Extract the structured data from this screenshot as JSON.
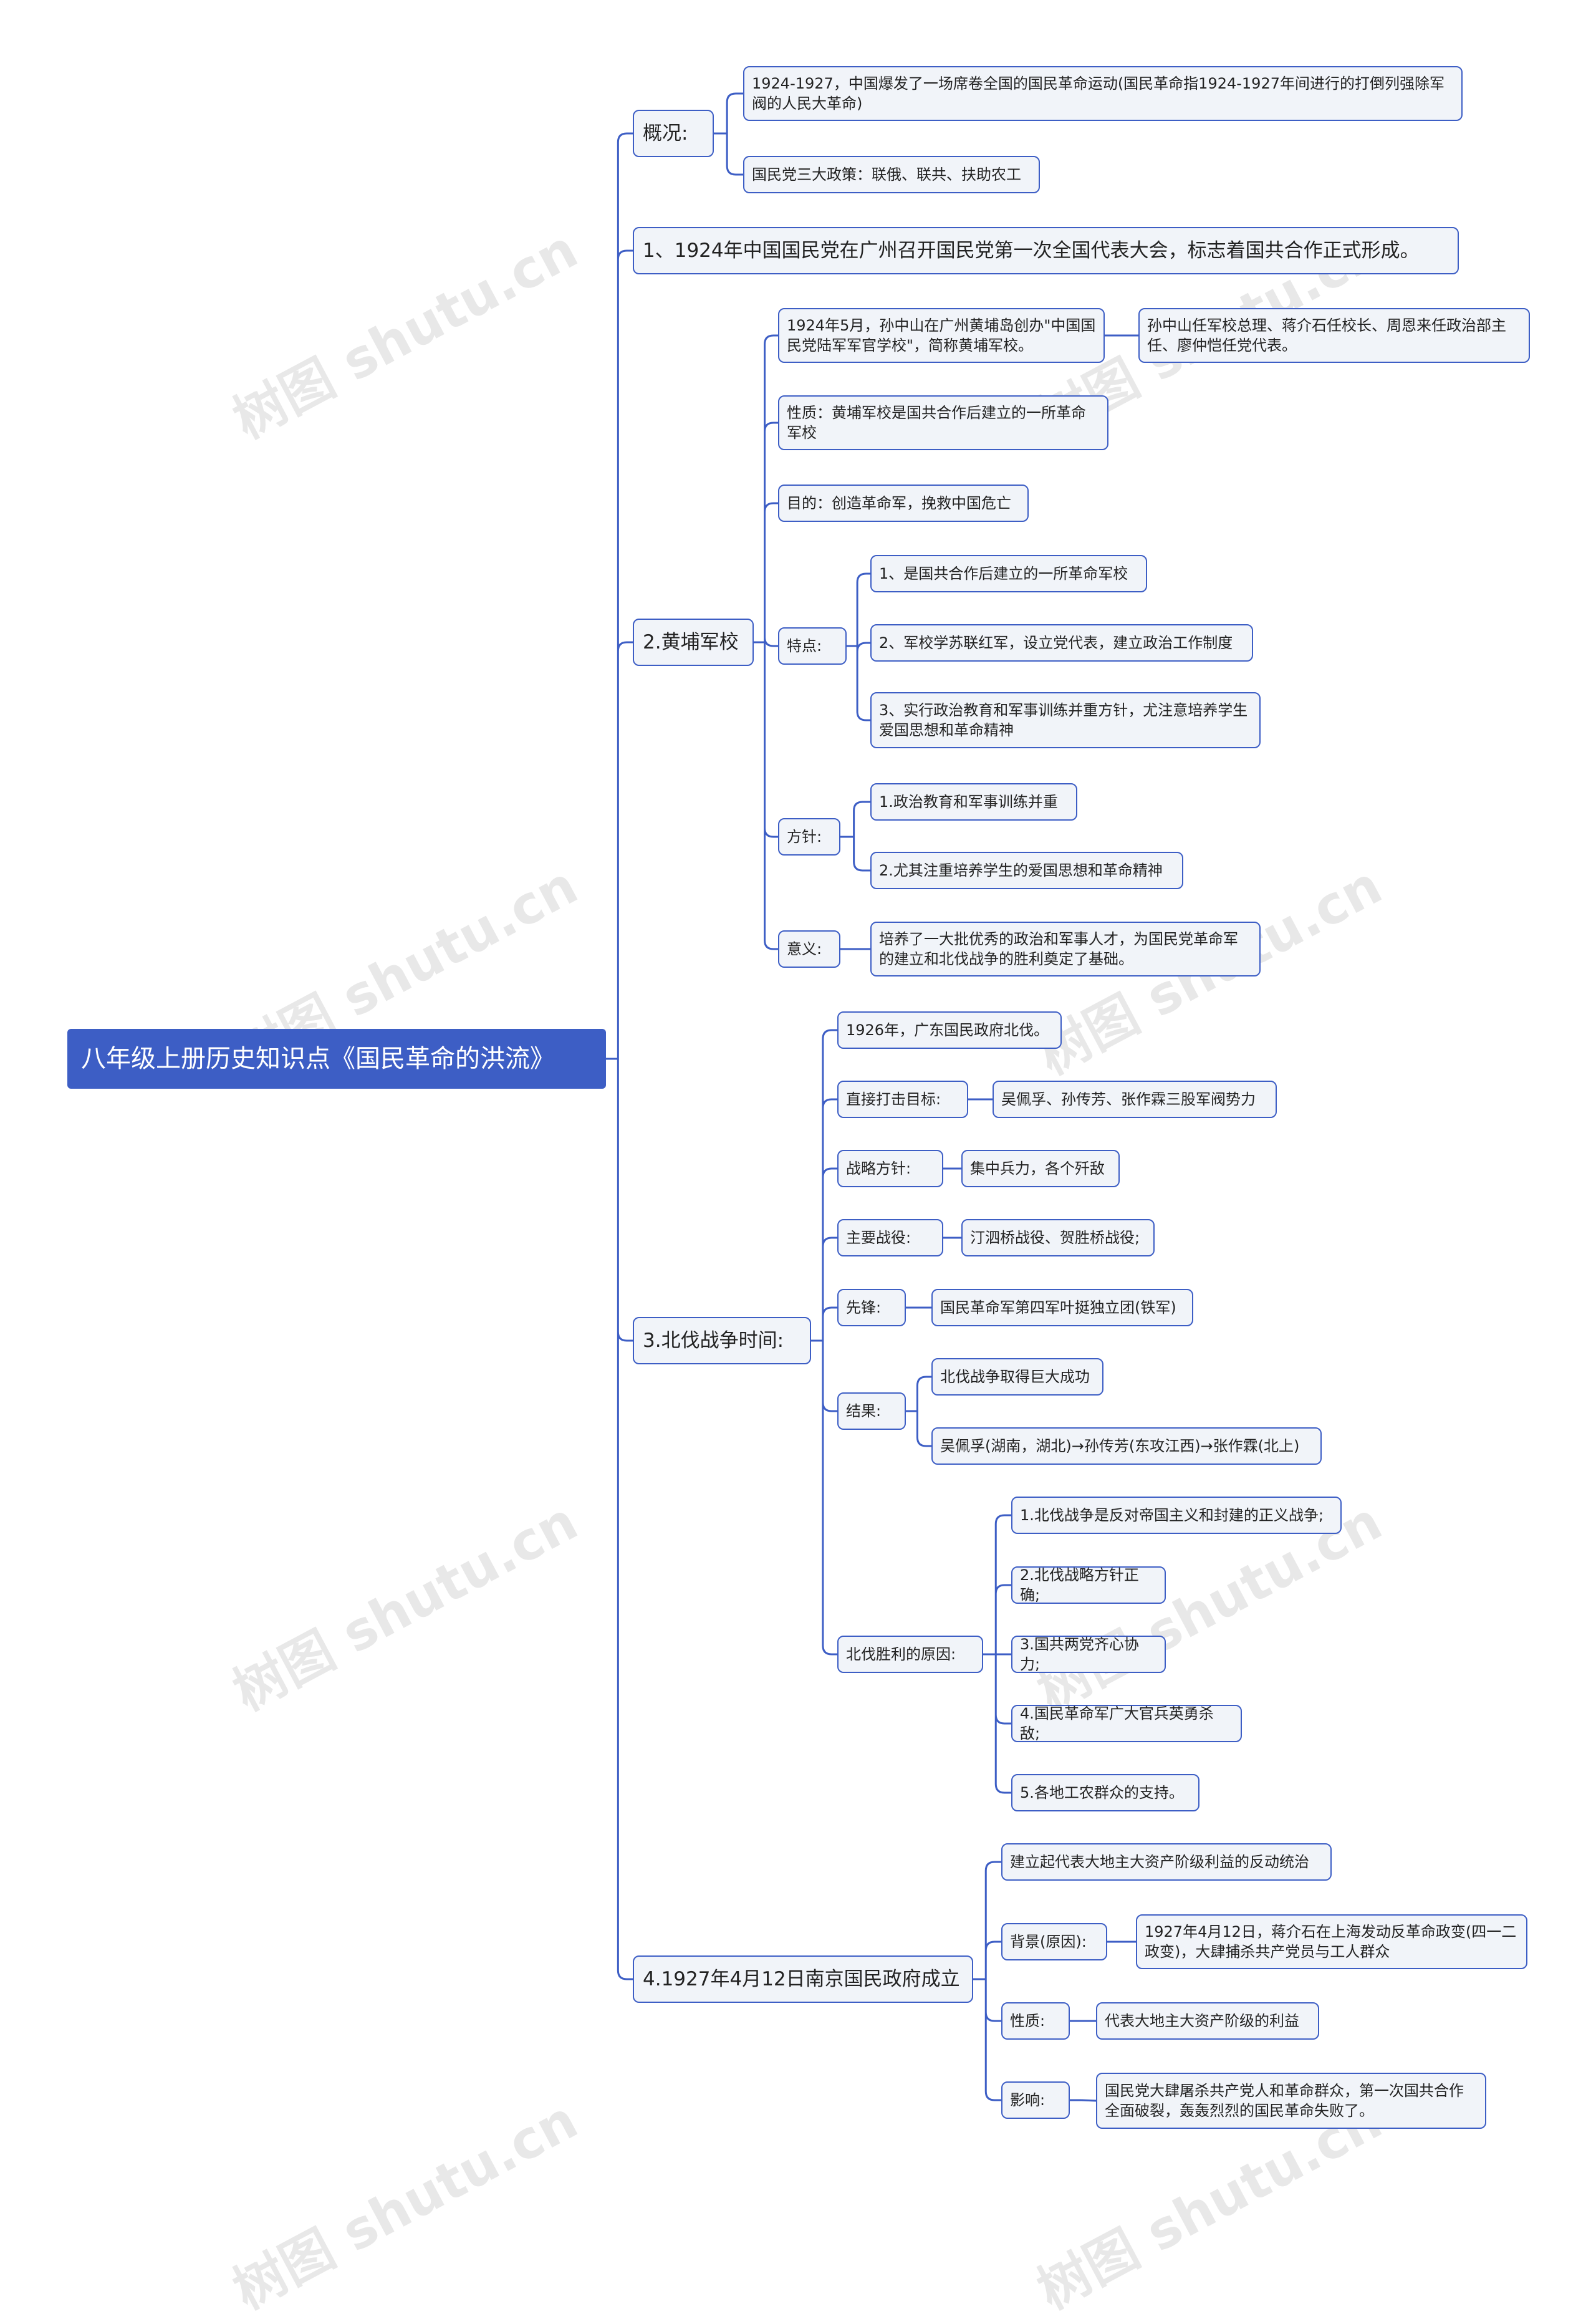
{
  "root": {
    "label": "八年级上册历史知识点《国民革命的洪流》"
  },
  "overview": {
    "label": "概况:",
    "items": [
      "1924-1927，中国爆发了一场席卷全国的国民革命运动(国民革命指1924-1927年间进行的打倒列强除军阀的人民大革命)",
      "国民党三大政策：联俄、联共、扶助农工"
    ]
  },
  "congress": {
    "label": "1、1924年中国国民党在广州召开国民党第一次全国代表大会，标志着国共合作正式形成。"
  },
  "whampoa": {
    "label": "2.黄埔军校",
    "founding": "1924年5月，孙中山在广州黄埔岛创办\"中国国民党陆军军官学校\"，简称黄埔军校。",
    "leaders": "孙中山任军校总理、蒋介石任校长、周恩来任政治部主任、廖仲恺任党代表。",
    "nature": "性质：黄埔军校是国共合作后建立的一所革命军校",
    "purpose": "目的：创造革命军，挽救中国危亡",
    "features_label": "特点:",
    "features": [
      "1、是国共合作后建立的一所革命军校",
      "2、军校学苏联红军，设立党代表，建立政治工作制度",
      "3、实行政治教育和军事训练并重方针，尤注意培养学生爱国思想和革命精神"
    ],
    "policy_label": "方针:",
    "policy": [
      "1.政治教育和军事训练并重",
      "2.尤其注重培养学生的爱国思想和革命精神"
    ],
    "significance_label": "意义:",
    "significance": "培养了一大批优秀的政治和军事人才，为国民党革命军的建立和北伐战争的胜利奠定了基础。"
  },
  "northern": {
    "label": "3.北伐战争时间:",
    "start": "1926年，广东国民政府北伐。",
    "target_label": "直接打击目标:",
    "target": "吴佩孚、孙传芳、张作霖三股军阀势力",
    "strategy_label": "战略方针:",
    "strategy": "集中兵力，各个歼敌",
    "battles_label": "主要战役:",
    "battles": "汀泗桥战役、贺胜桥战役;",
    "vanguard_label": "先锋:",
    "vanguard": "国民革命军第四军叶挺独立团(铁军)",
    "result_label": "结果:",
    "results": [
      "北伐战争取得巨大成功",
      "吴佩孚(湖南，湖北)→孙传芳(东攻江西)→张作霖(北上)"
    ],
    "reasons_label": "北伐胜利的原因:",
    "reasons": [
      "1.北伐战争是反对帝国主义和封建的正义战争;",
      "2.北伐战略方针正确;",
      "3.国共两党齐心协力;",
      "4.国民革命军广大官兵英勇杀敌;",
      "5.各地工农群众的支持。"
    ]
  },
  "nanjing": {
    "label": "4.1927年4月12日南京国民政府成立",
    "establish": "建立起代表大地主大资产阶级利益的反动统治",
    "background_label": "背景(原因):",
    "background": "1927年4月12日，蒋介石在上海发动反革命政变(四一二政变)，大肆捕杀共产党员与工人群众",
    "nature_label": "性质:",
    "nature": "代表大地主大资产阶级的利益",
    "impact_label": "影响:",
    "impact": "国民党大肆屠杀共产党人和革命群众，第一次国共合作全面破裂，轰轰烈烈的国民革命失败了。"
  },
  "watermark": "树图 shutu.cn",
  "colors": {
    "accent": "#3d5ec5",
    "node_bg": "#f1f4f9"
  }
}
